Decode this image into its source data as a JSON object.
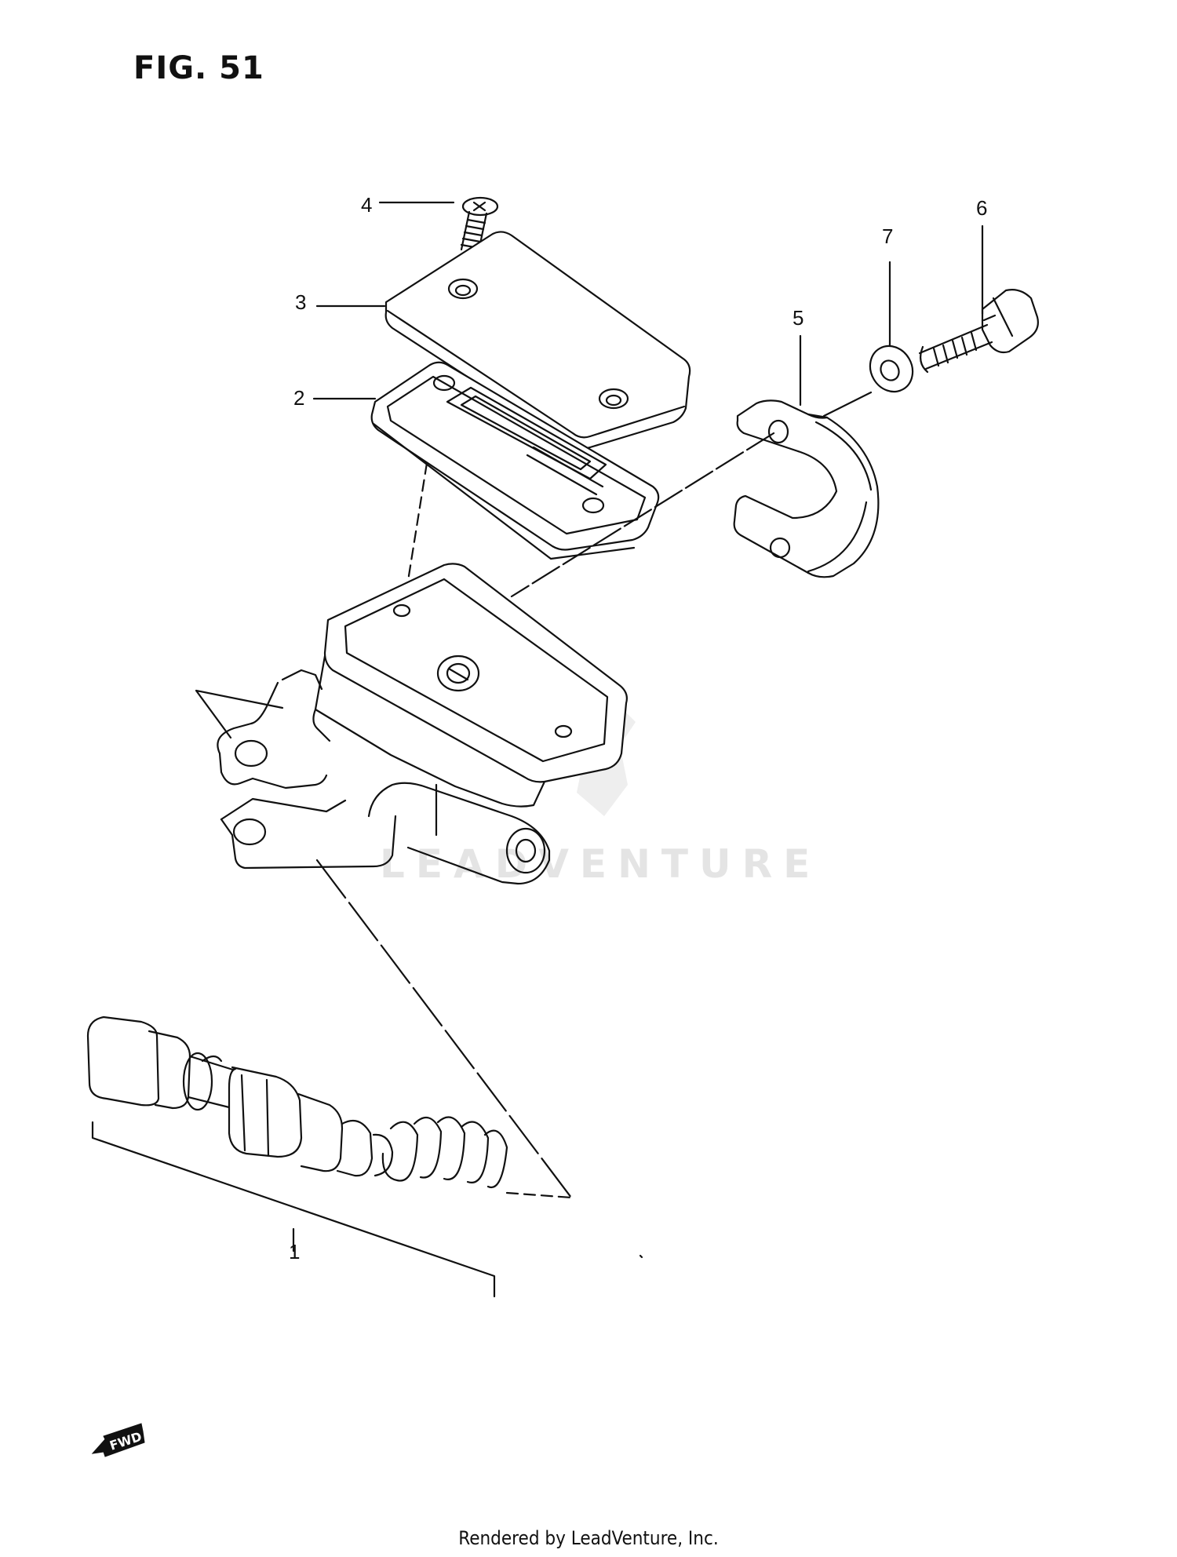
{
  "figure": {
    "title": "FIG. 51"
  },
  "callouts": [
    {
      "id": "1",
      "label": "1"
    },
    {
      "id": "2",
      "label": "2"
    },
    {
      "id": "3",
      "label": "3"
    },
    {
      "id": "4",
      "label": "4"
    },
    {
      "id": "5",
      "label": "5"
    },
    {
      "id": "6",
      "label": "6"
    },
    {
      "id": "7",
      "label": "7"
    }
  ],
  "watermark": {
    "text": "LEADVENTURE"
  },
  "direction_badge": {
    "text": "FWD"
  },
  "footer": {
    "text": "Rendered by LeadVenture, Inc."
  },
  "colors": {
    "line": "#111111",
    "watermark": "#e4e4e4",
    "background": "#ffffff"
  }
}
